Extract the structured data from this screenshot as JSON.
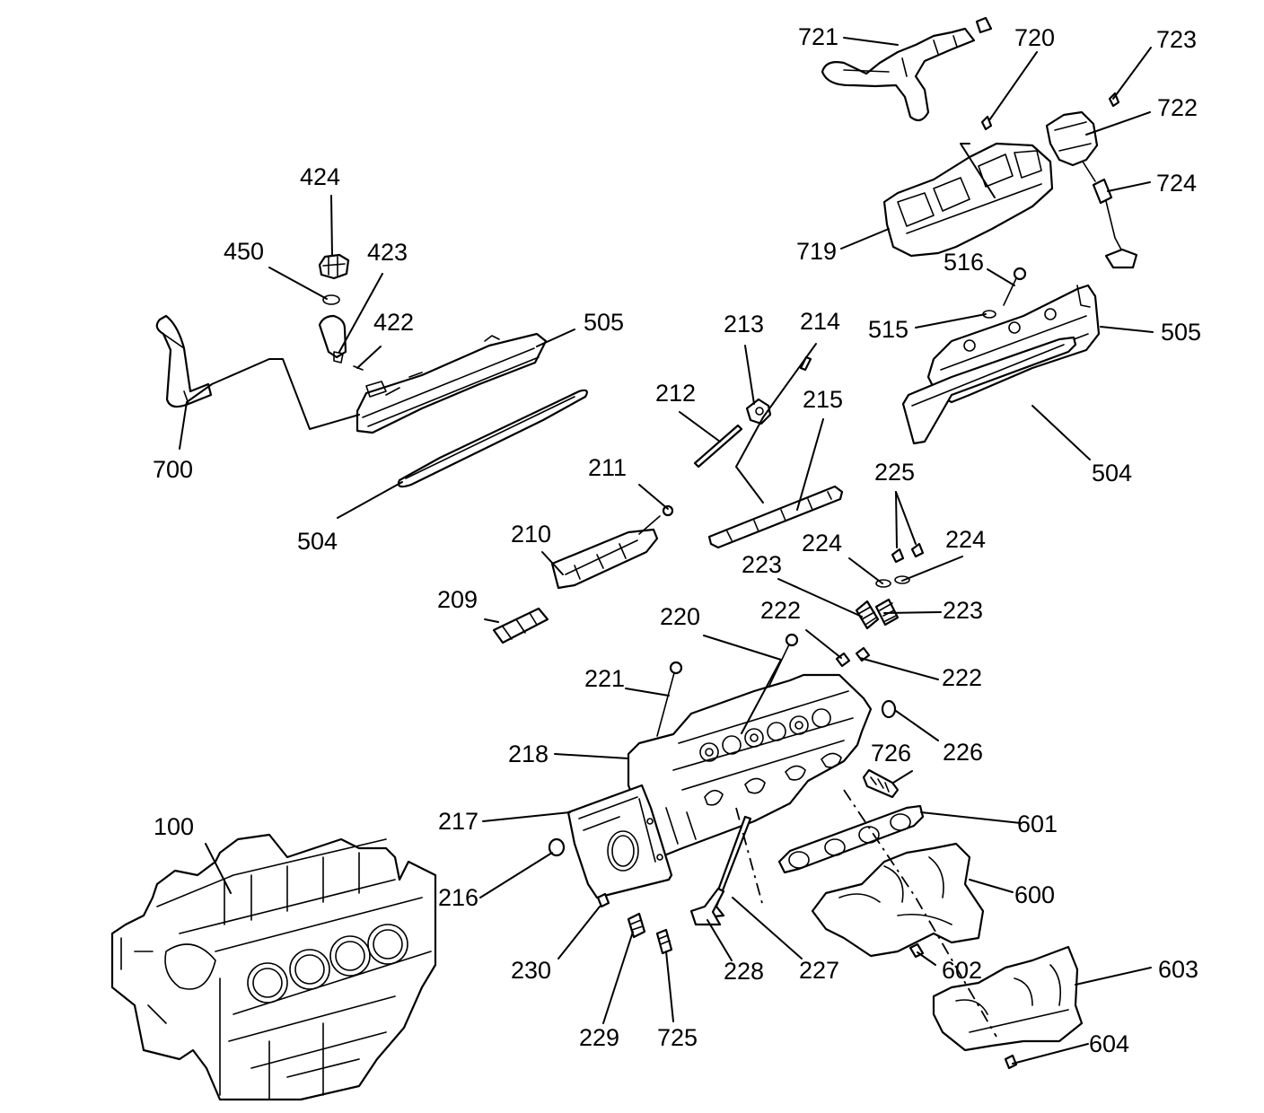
{
  "labels": {
    "l100": "100",
    "l209": "209",
    "l210": "210",
    "l211": "211",
    "l212": "212",
    "l213": "213",
    "l214": "214",
    "l215": "215",
    "l216": "216",
    "l217": "217",
    "l218": "218",
    "l220": "220",
    "l221": "221",
    "l222a": "222",
    "l222b": "222",
    "l223a": "223",
    "l223b": "223",
    "l224a": "224",
    "l224b": "224",
    "l225": "225",
    "l226": "226",
    "l227": "227",
    "l228": "228",
    "l229": "229",
    "l230": "230",
    "l422": "422",
    "l423": "423",
    "l424": "424",
    "l450": "450",
    "l504a": "504",
    "l504b": "504",
    "l505a": "505",
    "l505b": "505",
    "l515": "515",
    "l516": "516",
    "l600": "600",
    "l601": "601",
    "l602": "602",
    "l603": "603",
    "l604": "604",
    "l700": "700",
    "l719": "719",
    "l720": "720",
    "l721": "721",
    "l722": "722",
    "l723": "723",
    "l724": "724",
    "l725": "725",
    "l726": "726"
  }
}
